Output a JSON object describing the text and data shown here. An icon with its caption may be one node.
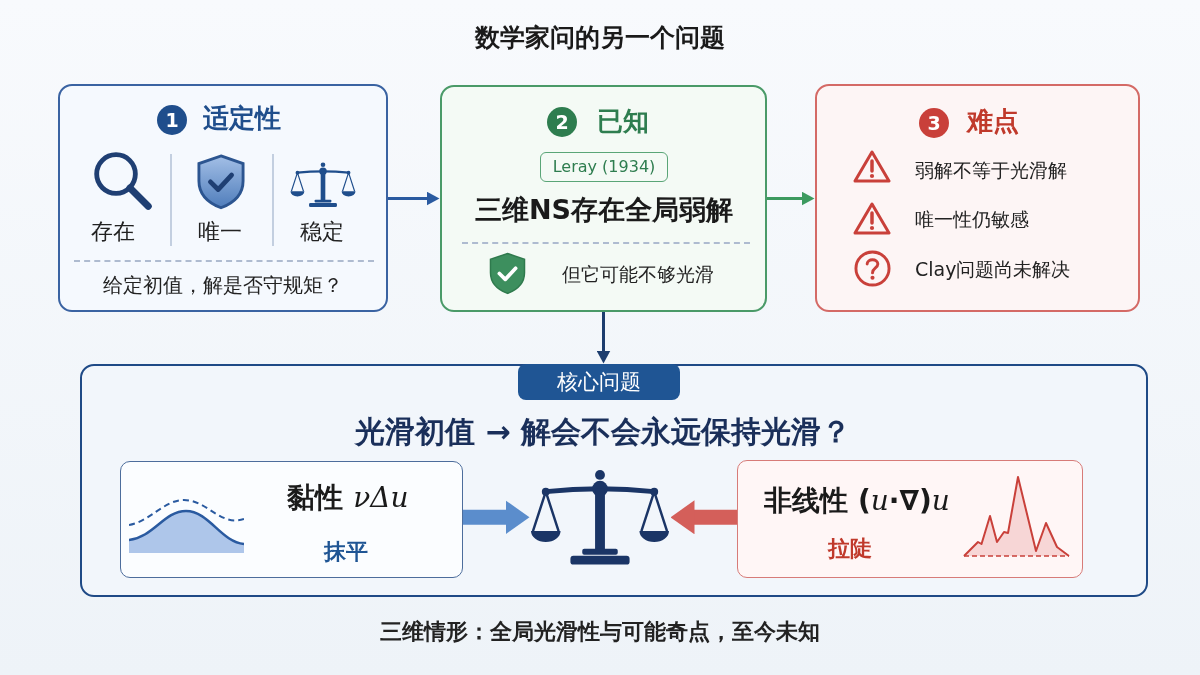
{
  "diagram": {
    "title": "数学家问的另一个问题",
    "caption": "三维情形：全局光滑性与可能奇点，至今未知",
    "nodes": [
      {
        "text": [
          "适定性",
          "存在",
          "唯一",
          "稳定",
          "给定初值，解是否守规矩？"
        ]
      },
      {
        "text": [
          "1"
        ],
        "in": 0
      },
      {
        "text": [
          "已知",
          "三维NS存在全局弱解",
          "但它可能不够光滑"
        ]
      },
      {
        "text": [
          "2"
        ],
        "in": 2
      },
      {
        "text": [
          "Leray (1934)"
        ],
        "in": 2
      },
      {
        "text": [
          "难点",
          "弱解不等于光滑解",
          "唯一性仍敏感",
          "Clay问题尚未解决"
        ]
      },
      {
        "text": [
          "3"
        ],
        "in": 5
      },
      {
        "text": [
          "光滑初值 → 解会不会永远保持光滑？"
        ]
      },
      {
        "text": [
          "核心问题"
        ],
        "in": 7
      },
      {
        "text": [
          "黏性 *νΔu*",
          "抹平"
        ],
        "in": 7
      },
      {
        "text": [],
        "shape": "picture",
        "in": 7
      },
      {
        "text": [
          "非线性 (*u*·∇)*u*",
          "拉陡"
        ],
        "in": 7
      }
    ],
    "edges": [
      {
        "from": 0,
        "to": 2,
        "arrow": "to",
        "color": "#2a5aa0"
      },
      {
        "from": 2,
        "to": 5,
        "arrow": "to",
        "color": "#3c9a5f"
      },
      {
        "from": 2,
        "to": 7,
        "arrow": "to",
        "color": "#1d3d6e"
      },
      {
        "from": 9,
        "to": 10,
        "arrow": "to",
        "style": "thick",
        "color": "#5b8dcc"
      },
      {
        "from": 11,
        "to": 10,
        "arrow": "to",
        "style": "thick",
        "color": "#d45f5a"
      }
    ]
  }
}
